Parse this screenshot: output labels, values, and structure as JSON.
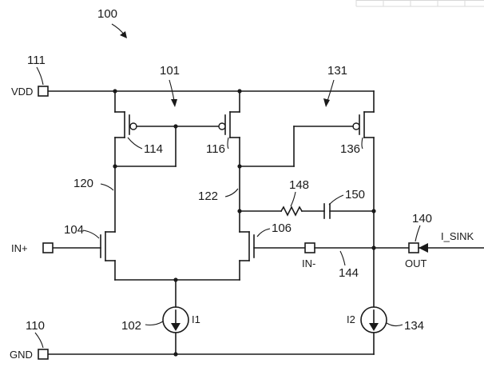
{
  "figure": {
    "ref_number": "100",
    "refs": {
      "vdd_pin": "111",
      "gnd_pin": "110",
      "first_stage": "101",
      "output_stage": "131",
      "current_source_1": "102",
      "input_transistor_pos": "104",
      "input_transistor_neg": "106",
      "pmos_load_left": "114",
      "pmos_load_right": "116",
      "node_left": "120",
      "node_right": "122",
      "pmos_output": "136",
      "current_source_2": "134",
      "output_pin": "140",
      "feedback_line": "144",
      "resistor": "148",
      "capacitor": "150"
    },
    "labels": {
      "vdd": "VDD",
      "gnd": "GND",
      "in_plus": "IN+",
      "in_minus": "IN-",
      "out": "OUT",
      "i_sink": "I_SINK",
      "i1": "I1",
      "i2": "I2"
    }
  }
}
